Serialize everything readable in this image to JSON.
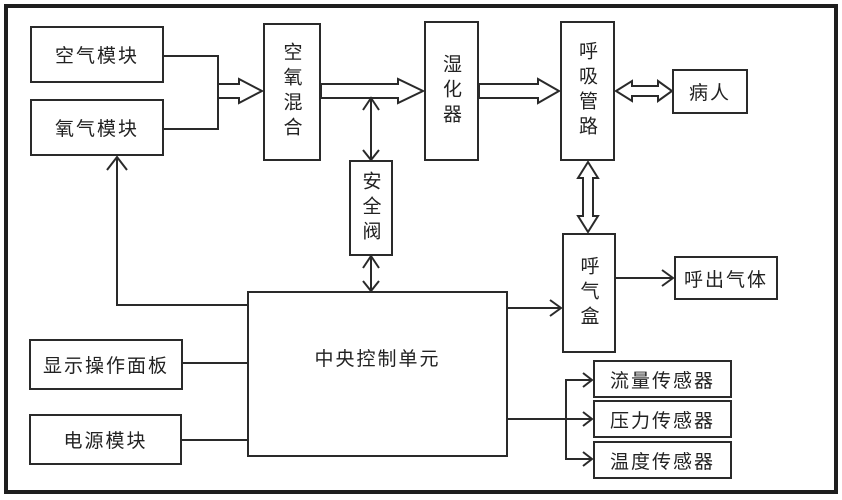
{
  "diagram": {
    "title": "",
    "nodes": {
      "air_module": {
        "label": "空气模块"
      },
      "oxygen_module": {
        "label": "氧气模块"
      },
      "air_oxygen_mix": {
        "label": "空氧混合"
      },
      "humidifier": {
        "label": "湿化器"
      },
      "breathing_circuit": {
        "label": "呼吸管路"
      },
      "patient": {
        "label": "病人"
      },
      "safety_valve": {
        "label": "安全阀"
      },
      "exhalation_box": {
        "label": "呼气盒"
      },
      "exhaled_gas": {
        "label": "呼出气体"
      },
      "central_control_unit": {
        "label": "中央控制单元"
      },
      "display_panel": {
        "label": "显示操作面板"
      },
      "power_module": {
        "label": "电源模块"
      },
      "flow_sensor": {
        "label": "流量传感器"
      },
      "pressure_sensor": {
        "label": "压力传感器"
      },
      "temperature_sensor": {
        "label": "温度传感器"
      }
    },
    "edges": [
      {
        "from": "air_module",
        "to": "air_oxygen_mix",
        "type": "hollow-arrow"
      },
      {
        "from": "oxygen_module",
        "to": "air_oxygen_mix",
        "type": "hollow-arrow"
      },
      {
        "from": "air_oxygen_mix",
        "to": "humidifier",
        "type": "hollow-arrow"
      },
      {
        "from": "humidifier",
        "to": "breathing_circuit",
        "type": "hollow-arrow"
      },
      {
        "from": "breathing_circuit",
        "to": "patient",
        "type": "hollow-double-arrow"
      },
      {
        "from": "breathing_circuit",
        "to": "exhalation_box",
        "type": "hollow-double-arrow"
      },
      {
        "from": "air_oxygen_mix",
        "to": "safety_valve",
        "type": "line-double-arrow"
      },
      {
        "from": "safety_valve",
        "to": "central_control_unit",
        "type": "line-double-arrow"
      },
      {
        "from": "central_control_unit",
        "to": "oxygen_module",
        "type": "line-arrow"
      },
      {
        "from": "central_control_unit",
        "to": "exhalation_box",
        "type": "line-arrow"
      },
      {
        "from": "exhalation_box",
        "to": "exhaled_gas",
        "type": "line-arrow"
      },
      {
        "from": "display_panel",
        "to": "central_control_unit",
        "type": "line"
      },
      {
        "from": "power_module",
        "to": "central_control_unit",
        "type": "line"
      },
      {
        "from": "central_control_unit",
        "to": "flow_sensor",
        "type": "line-arrow"
      },
      {
        "from": "central_control_unit",
        "to": "pressure_sensor",
        "type": "line-arrow"
      },
      {
        "from": "central_control_unit",
        "to": "temperature_sensor",
        "type": "line-arrow"
      }
    ]
  }
}
